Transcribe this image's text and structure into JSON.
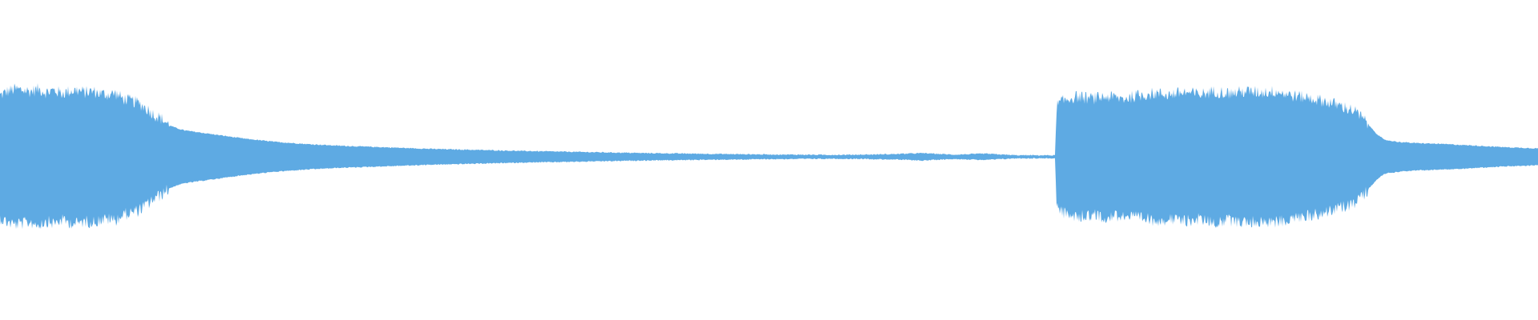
{
  "waveform": {
    "color": "#5eaae3",
    "background": "#ffffff",
    "note": ""
  },
  "chart_data": {
    "type": "area",
    "title": "",
    "xlabel": "",
    "ylabel": "",
    "grid": false,
    "legend": "none",
    "symmetric": true,
    "xlim": [
      0,
      1
    ],
    "ylim": [
      -1,
      1
    ],
    "envelope": [
      [
        0.0,
        0.58
      ],
      [
        0.005,
        0.62
      ],
      [
        0.01,
        0.64
      ],
      [
        0.015,
        0.63
      ],
      [
        0.02,
        0.62
      ],
      [
        0.025,
        0.64
      ],
      [
        0.03,
        0.61
      ],
      [
        0.035,
        0.63
      ],
      [
        0.04,
        0.6
      ],
      [
        0.045,
        0.62
      ],
      [
        0.05,
        0.63
      ],
      [
        0.055,
        0.61
      ],
      [
        0.06,
        0.62
      ],
      [
        0.065,
        0.6
      ],
      [
        0.07,
        0.59
      ],
      [
        0.075,
        0.6
      ],
      [
        0.08,
        0.55
      ],
      [
        0.085,
        0.53
      ],
      [
        0.09,
        0.51
      ],
      [
        0.095,
        0.46
      ],
      [
        0.1,
        0.4
      ],
      [
        0.105,
        0.36
      ],
      [
        0.11,
        0.3
      ],
      [
        0.115,
        0.27
      ],
      [
        0.12,
        0.25
      ],
      [
        0.13,
        0.23
      ],
      [
        0.14,
        0.21
      ],
      [
        0.15,
        0.19
      ],
      [
        0.16,
        0.17
      ],
      [
        0.17,
        0.155
      ],
      [
        0.18,
        0.14
      ],
      [
        0.2,
        0.12
      ],
      [
        0.22,
        0.105
      ],
      [
        0.25,
        0.09
      ],
      [
        0.28,
        0.075
      ],
      [
        0.31,
        0.065
      ],
      [
        0.34,
        0.055
      ],
      [
        0.38,
        0.045
      ],
      [
        0.42,
        0.035
      ],
      [
        0.46,
        0.028
      ],
      [
        0.5,
        0.022
      ],
      [
        0.54,
        0.018
      ],
      [
        0.56,
        0.02
      ],
      [
        0.58,
        0.025
      ],
      [
        0.6,
        0.035
      ],
      [
        0.62,
        0.02
      ],
      [
        0.64,
        0.03
      ],
      [
        0.66,
        0.015
      ],
      [
        0.68,
        0.014
      ],
      [
        0.686,
        0.014
      ],
      [
        0.687,
        0.48
      ],
      [
        0.69,
        0.52
      ],
      [
        0.695,
        0.55
      ],
      [
        0.7,
        0.57
      ],
      [
        0.71,
        0.55
      ],
      [
        0.72,
        0.57
      ],
      [
        0.73,
        0.55
      ],
      [
        0.74,
        0.58
      ],
      [
        0.75,
        0.6
      ],
      [
        0.76,
        0.59
      ],
      [
        0.77,
        0.61
      ],
      [
        0.78,
        0.59
      ],
      [
        0.79,
        0.62
      ],
      [
        0.8,
        0.6
      ],
      [
        0.81,
        0.62
      ],
      [
        0.82,
        0.61
      ],
      [
        0.83,
        0.62
      ],
      [
        0.84,
        0.58
      ],
      [
        0.85,
        0.56
      ],
      [
        0.86,
        0.53
      ],
      [
        0.87,
        0.49
      ],
      [
        0.88,
        0.44
      ],
      [
        0.885,
        0.38
      ],
      [
        0.89,
        0.3
      ],
      [
        0.895,
        0.22
      ],
      [
        0.9,
        0.16
      ],
      [
        0.91,
        0.14
      ],
      [
        0.92,
        0.13
      ],
      [
        0.94,
        0.12
      ],
      [
        0.96,
        0.105
      ],
      [
        0.98,
        0.09
      ],
      [
        1.0,
        0.08
      ]
    ]
  }
}
